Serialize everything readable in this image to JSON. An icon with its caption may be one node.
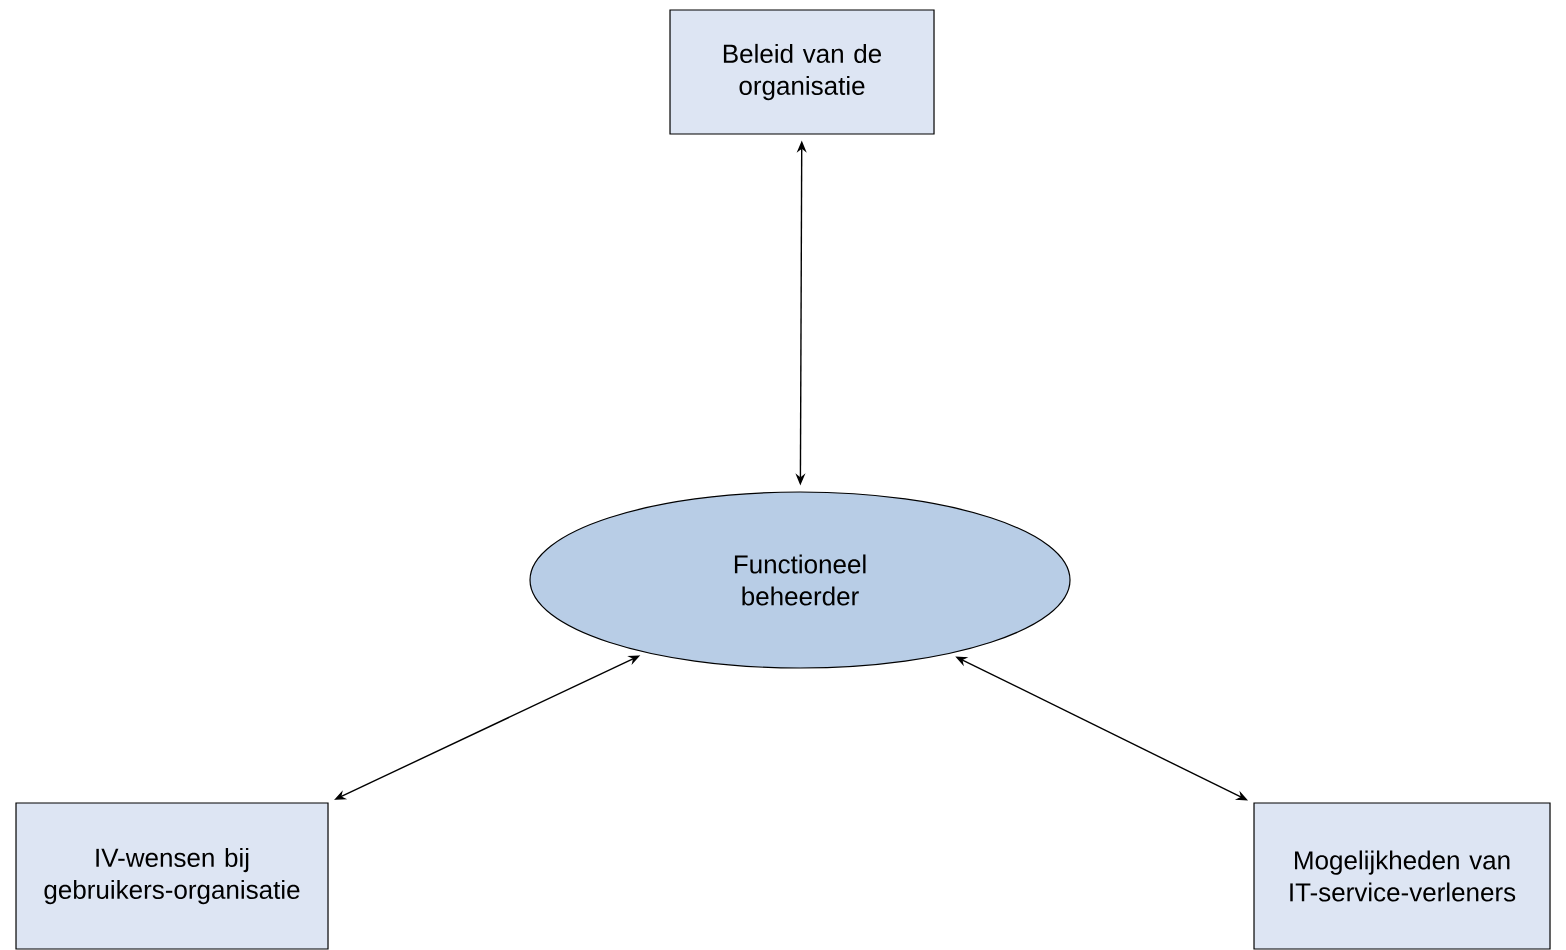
{
  "diagram": {
    "nodes": [
      {
        "text": [
          "Beleid van de organisatie"
        ]
      },
      {
        "text": [
          "Functioneel beheerder"
        ]
      },
      {
        "text": [
          "IV-wensen bij gebruikers-organisatie"
        ]
      },
      {
        "text": [
          "Mogelijkheden van IT-service-verleners"
        ]
      }
    ],
    "edges": [
      {
        "from": 0,
        "to": 1,
        "arrow": "both"
      },
      {
        "from": 1,
        "to": 2,
        "arrow": "both"
      },
      {
        "from": 1,
        "to": 3,
        "arrow": "both"
      }
    ]
  }
}
